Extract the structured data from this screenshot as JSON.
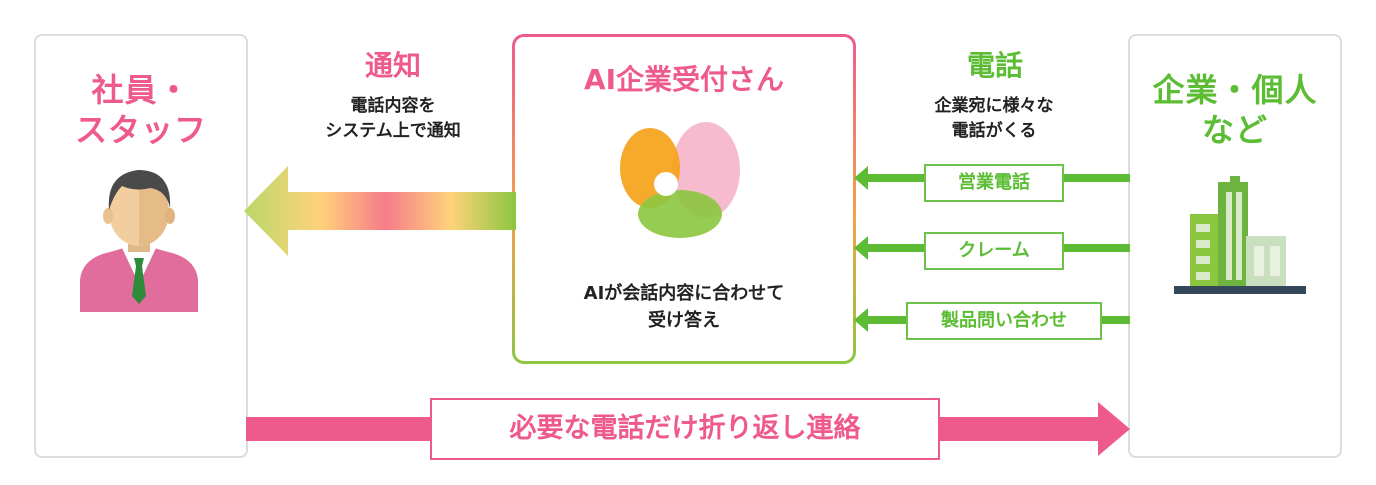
{
  "left": {
    "title_line1": "社員・",
    "title_line2": "スタッフ"
  },
  "notify": {
    "heading": "通知",
    "desc_line1": "電話内容を",
    "desc_line2": "システム上で通知"
  },
  "center": {
    "title": "AI企業受付さん",
    "desc_line1": "AIが会話内容に合わせて",
    "desc_line2": "受け答え"
  },
  "phone": {
    "heading": "電話",
    "desc_line1": "企業宛に様々な",
    "desc_line2": "電話がくる"
  },
  "calls": [
    "営業電話",
    "クレーム",
    "製品問い合わせ"
  ],
  "right": {
    "title_line1": "企業・個人",
    "title_line2": "など"
  },
  "bottom": {
    "label": "必要な電話だけ折り返し連絡"
  },
  "colors": {
    "pink": "#ef5a8c",
    "green": "#5cbd34",
    "orange": "#f5a31a",
    "gray_border": "#dcdcdc"
  },
  "icons": {
    "person": "staff-person-icon",
    "building": "office-building-icon",
    "logo": "ai-reception-logo"
  }
}
